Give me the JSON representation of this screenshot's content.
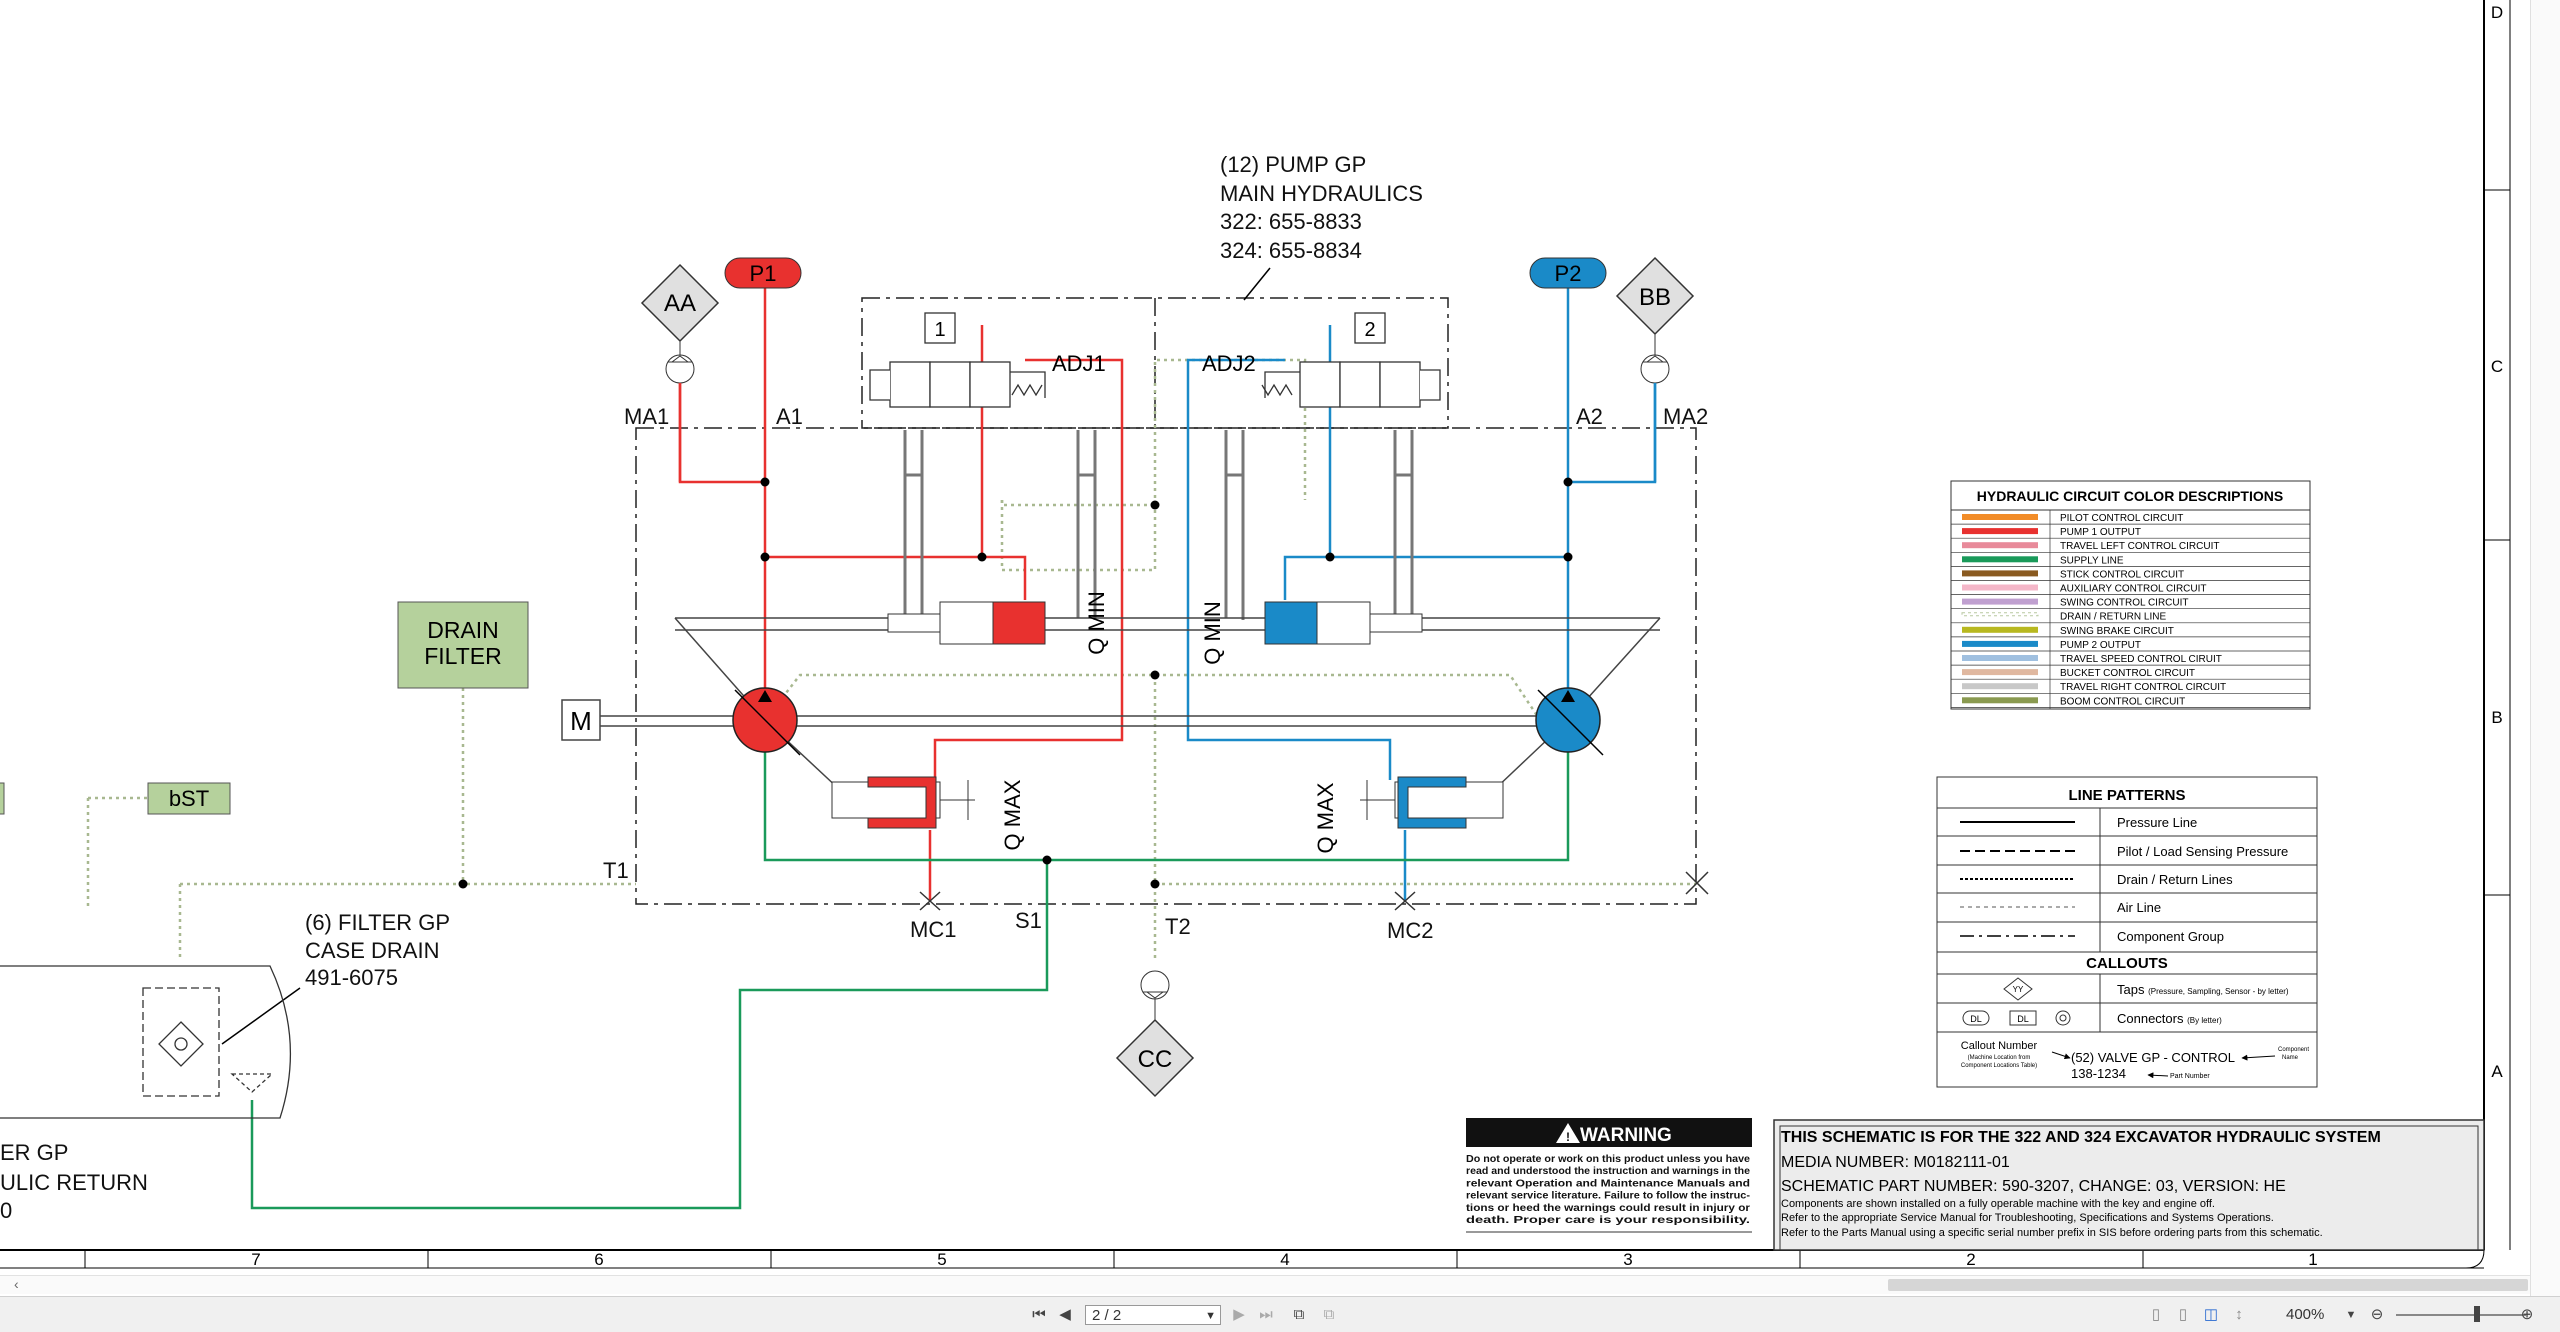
{
  "component_group": {
    "title_line1": "(12) PUMP GP",
    "title_line2": "MAIN HYDRAULICS",
    "title_line3": "322: 655-8833",
    "title_line4": "324: 655-8834"
  },
  "ports": {
    "p1": "P1",
    "p2": "P2",
    "aa": "AA",
    "bb": "BB",
    "cc": "CC",
    "ma1": "MA1",
    "a1": "A1",
    "a2": "A2",
    "ma2": "MA2",
    "t1": "T1",
    "t2": "T2",
    "s1": "S1",
    "mc1": "MC1",
    "mc2": "MC2",
    "adj1": "ADJ1",
    "adj2": "ADJ2",
    "box1": "1",
    "box2": "2",
    "qmin": "Q MIN",
    "qmax": "Q MAX",
    "motor": "M",
    "bst": "bST"
  },
  "drain_filter": {
    "line1": "DRAIN",
    "line2": "FILTER"
  },
  "filter_gp": {
    "line1": "(6) FILTER GP",
    "line2": "CASE DRAIN",
    "line3": "491-6075"
  },
  "return_filter": {
    "line1": "ER GP",
    "line2": "ULIC RETURN",
    "line3": "0"
  },
  "color_table": {
    "title": "HYDRAULIC CIRCUIT COLOR DESCRIPTIONS",
    "rows": [
      {
        "label": "PILOT CONTROL CIRCUIT",
        "color": "#f28c28"
      },
      {
        "label": "PUMP 1 OUTPUT",
        "color": "#e8312f"
      },
      {
        "label": "TRAVEL LEFT CONTROL CIRCUIT",
        "color": "#e88a9a"
      },
      {
        "label": "SUPPLY LINE",
        "color": "#1a9a5a"
      },
      {
        "label": "STICK CONTROL CIRCUIT",
        "color": "#8a5a20"
      },
      {
        "label": "AUXILIARY CONTROL CIRCUIT",
        "color": "#f4b6c8"
      },
      {
        "label": "SWING CONTROL CIRCUIT",
        "color": "#c0a0d0"
      },
      {
        "label": "DRAIN / RETURN LINE",
        "color": "#b8c8a0"
      },
      {
        "label": "SWING BRAKE CIRCUIT",
        "color": "#b8b820"
      },
      {
        "label": "PUMP 2 OUTPUT",
        "color": "#1a8ac8"
      },
      {
        "label": "TRAVEL SPEED CONTROL CIRUIT",
        "color": "#a0c0e0"
      },
      {
        "label": "BUCKET CONTROL CIRCUIT",
        "color": "#e0b8a0"
      },
      {
        "label": "TRAVEL RIGHT CONTROL CIRCUIT",
        "color": "#c8c8c8"
      },
      {
        "label": "BOOM CONTROL CIRCUIT",
        "color": "#8a9a50"
      }
    ]
  },
  "line_patterns": {
    "title": "LINE PATTERNS",
    "rows": [
      "Pressure Line",
      "Pilot / Load Sensing Pressure",
      "Drain / Return Lines",
      "Air Line",
      "Component Group"
    ],
    "callouts_title": "CALLOUTS",
    "taps_label": "Taps",
    "taps_note": "(Pressure, Sampling, Sensor - by letter)",
    "taps_symbol": "YY",
    "connectors_label": "Connectors",
    "connectors_note": "(By letter)",
    "conn_a": "DL",
    "conn_b": "DL",
    "callout_number": "Callout Number",
    "callout_number_note1": "(Machine Location from",
    "callout_number_note2": "Component Locations Table)",
    "callout_example": "(52) VALVE GP - CONTROL",
    "callout_part": "138-1234",
    "component_name_1": "Component",
    "component_name_2": "Name",
    "part_number_label": "Part Number"
  },
  "warning": {
    "title": "WARNING",
    "lines": [
      "Do not operate or work on this product unless you have",
      "read and understood the instruction and warnings in the",
      "relevant Operation and Maintenance Manuals and",
      "relevant service literature. Failure to follow the instruc-",
      "tions or heed the warnings could result in injury or",
      "death. Proper care is your responsibility."
    ]
  },
  "title_block": {
    "heading": "THIS SCHEMATIC IS FOR THE 322 AND 324 EXCAVATOR HYDRAULIC SYSTEM",
    "media": "MEDIA NUMBER: M0182111-01",
    "part": "SCHEMATIC PART NUMBER: 590-3207, CHANGE: 03, VERSION: HE",
    "note1": "Components are shown installed on a fully operable machine with the key and engine off.",
    "note2": "Refer to the appropriate Service Manual for Troubleshooting, Specifications and Systems Operations.",
    "note3": "Refer to the Parts Manual using a specific serial number prefix in SIS before ordering parts from this schematic."
  },
  "border": {
    "columns": [
      "7",
      "6",
      "5",
      "4",
      "3",
      "2",
      "1"
    ],
    "rows": [
      "D",
      "C",
      "B",
      "A"
    ]
  },
  "toolbar": {
    "page_value": "2 / 2",
    "zoom": "400%"
  },
  "colors": {
    "pump1": "#e8312f",
    "pump2": "#1a8ac8",
    "supply": "#1a9a5a",
    "drain": "#a8b890",
    "filter_fill": "#b5d19c"
  }
}
